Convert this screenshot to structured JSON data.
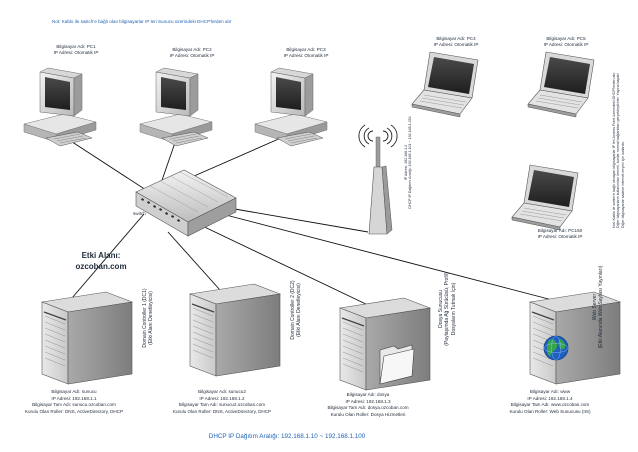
{
  "top_note": "Not: Kablo ile switch'e bağlı olan bilgisayarlar IP leri Sunucu üzerindeki DHCP'lerden alır",
  "right_note": {
    "line1": "Not: Kablo ile switch'e bağlı olmayan bilgisayarlar IP leri Access Point üzerindeki DHCP'lerden alır.",
    "line2": "Diğer bilgisayarların kullanımları önemli; bunlar normal bağlantıları gerçekleştirirler. Yayına kapalı!",
    "line3": "Diğer bilgisayarlar sadece internet erişimi için kullanılır."
  },
  "switch_label": "switch",
  "domain": {
    "line1": "Etki Alanı:",
    "line2": "ozcoban.com"
  },
  "dhcp_range": "DHCP IP Dağıtım Aralığı: 192.168.1.10 ~ 192.168.1.100",
  "access_point": {
    "line1": "IP Adresi: 192.168.1.2",
    "line2": "DHCP IP Dağıtımı Aralığı: 192.168.1.101 ~ 192.168.1.254"
  },
  "desktops": [
    {
      "line1": "Bilgisayar Adı: PC1",
      "line2": "IP Adresi: Otomatik IP"
    },
    {
      "line1": "Bilgisayar Adı: PC2",
      "line2": "IP Adresi: Otomatik IP"
    },
    {
      "line1": "Bilgisayar Adı: PC3",
      "line2": "IP Adresi: Otomatik IP"
    }
  ],
  "laptops": [
    {
      "line1": "Bilgisayar Adı: PC4",
      "line2": "IP Adresi: Otomatik IP"
    },
    {
      "line1": "Bilgisayar Adı: PC5",
      "line2": "IP Adresi: Otomatik IP"
    },
    {
      "line1": "Bilgisayar Adı: PC150",
      "line2": "IP Adresi: Otomatik IP"
    }
  ],
  "servers": [
    {
      "role1": "Domain Controller 1 (DC1)",
      "role2": "(Etki Alanı Denetleyicisi)",
      "role3": "",
      "name": "Bilgisayar Adı: sunucu",
      "ip": "IP Adresi: 192.168.1.1",
      "fqdn": "Bilgisayar Tam Adı: sunucu.ozcoban.com",
      "roles": "Kurulu Olan Roller: DNS, ActiveDirectory, DHCP"
    },
    {
      "role1": "Domain Controller 2 (DC2)",
      "role2": "(Etki Alanı Denetleyicisi)",
      "role3": "",
      "name": "Bilgisayar Adı: sunucu2",
      "ip": "IP Adresi: 192.168.1.2",
      "fqdn": "Bilgisayar Tam Adı: sunucu2.ozcoban.com",
      "roles": "Kurulu Olan Roller: DNS, ActiveDirectory, DHCP"
    },
    {
      "role1": "Dosya Sunucusu",
      "role2": "(Paylaşımda Ağ Sürücüsü, Profil)",
      "role3": "Dosyaların Tutmak İçin)",
      "name": "Bilgisayar Adı: dosya",
      "ip": "IP Adresi: 192.168.1.3",
      "fqdn": "Bilgisayar Tam Adı: dosya.ozcoban.com",
      "roles": "Kurulu Olan Roller: Dosya Hizmetleri"
    },
    {
      "role1": "Web Server",
      "role2": "(Etki Alanında Web Sayfası Yayınları)",
      "role3": "",
      "name": "Bilgisayar Adı: www",
      "ip": "IP Adresi: 192.168.1.4",
      "fqdn": "Bilgisayar Tam Adı: www.ozcoban.com",
      "roles": "Kurulu Olan Roller: Web Sunucusu (IIS)"
    }
  ]
}
